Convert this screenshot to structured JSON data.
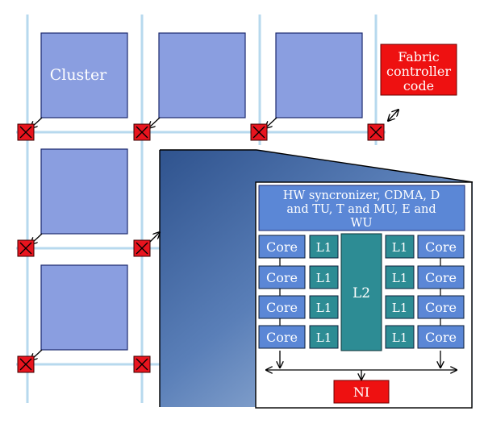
{
  "diagram": {
    "cluster_label": "Cluster",
    "fabric_controller": {
      "lines": [
        "Fabric",
        "controller",
        "code"
      ],
      "color": "#ee1111"
    },
    "zoom": {
      "sync_lines": [
        "HW syncronizer, CDMA, D",
        "and TU, T and MU, E and",
        "WU"
      ],
      "core_label": "Core",
      "l1_label": "L1",
      "l2_label": "L2",
      "ni_label": "NI"
    },
    "colors": {
      "cluster_fill": "#8a9ee0",
      "grid_line": "#b7d9ee",
      "switch_fill": "#e8141e",
      "core_fill": "#5b87d6",
      "l1_fill": "#2d8c94",
      "ni_fill": "#ee1111"
    }
  }
}
